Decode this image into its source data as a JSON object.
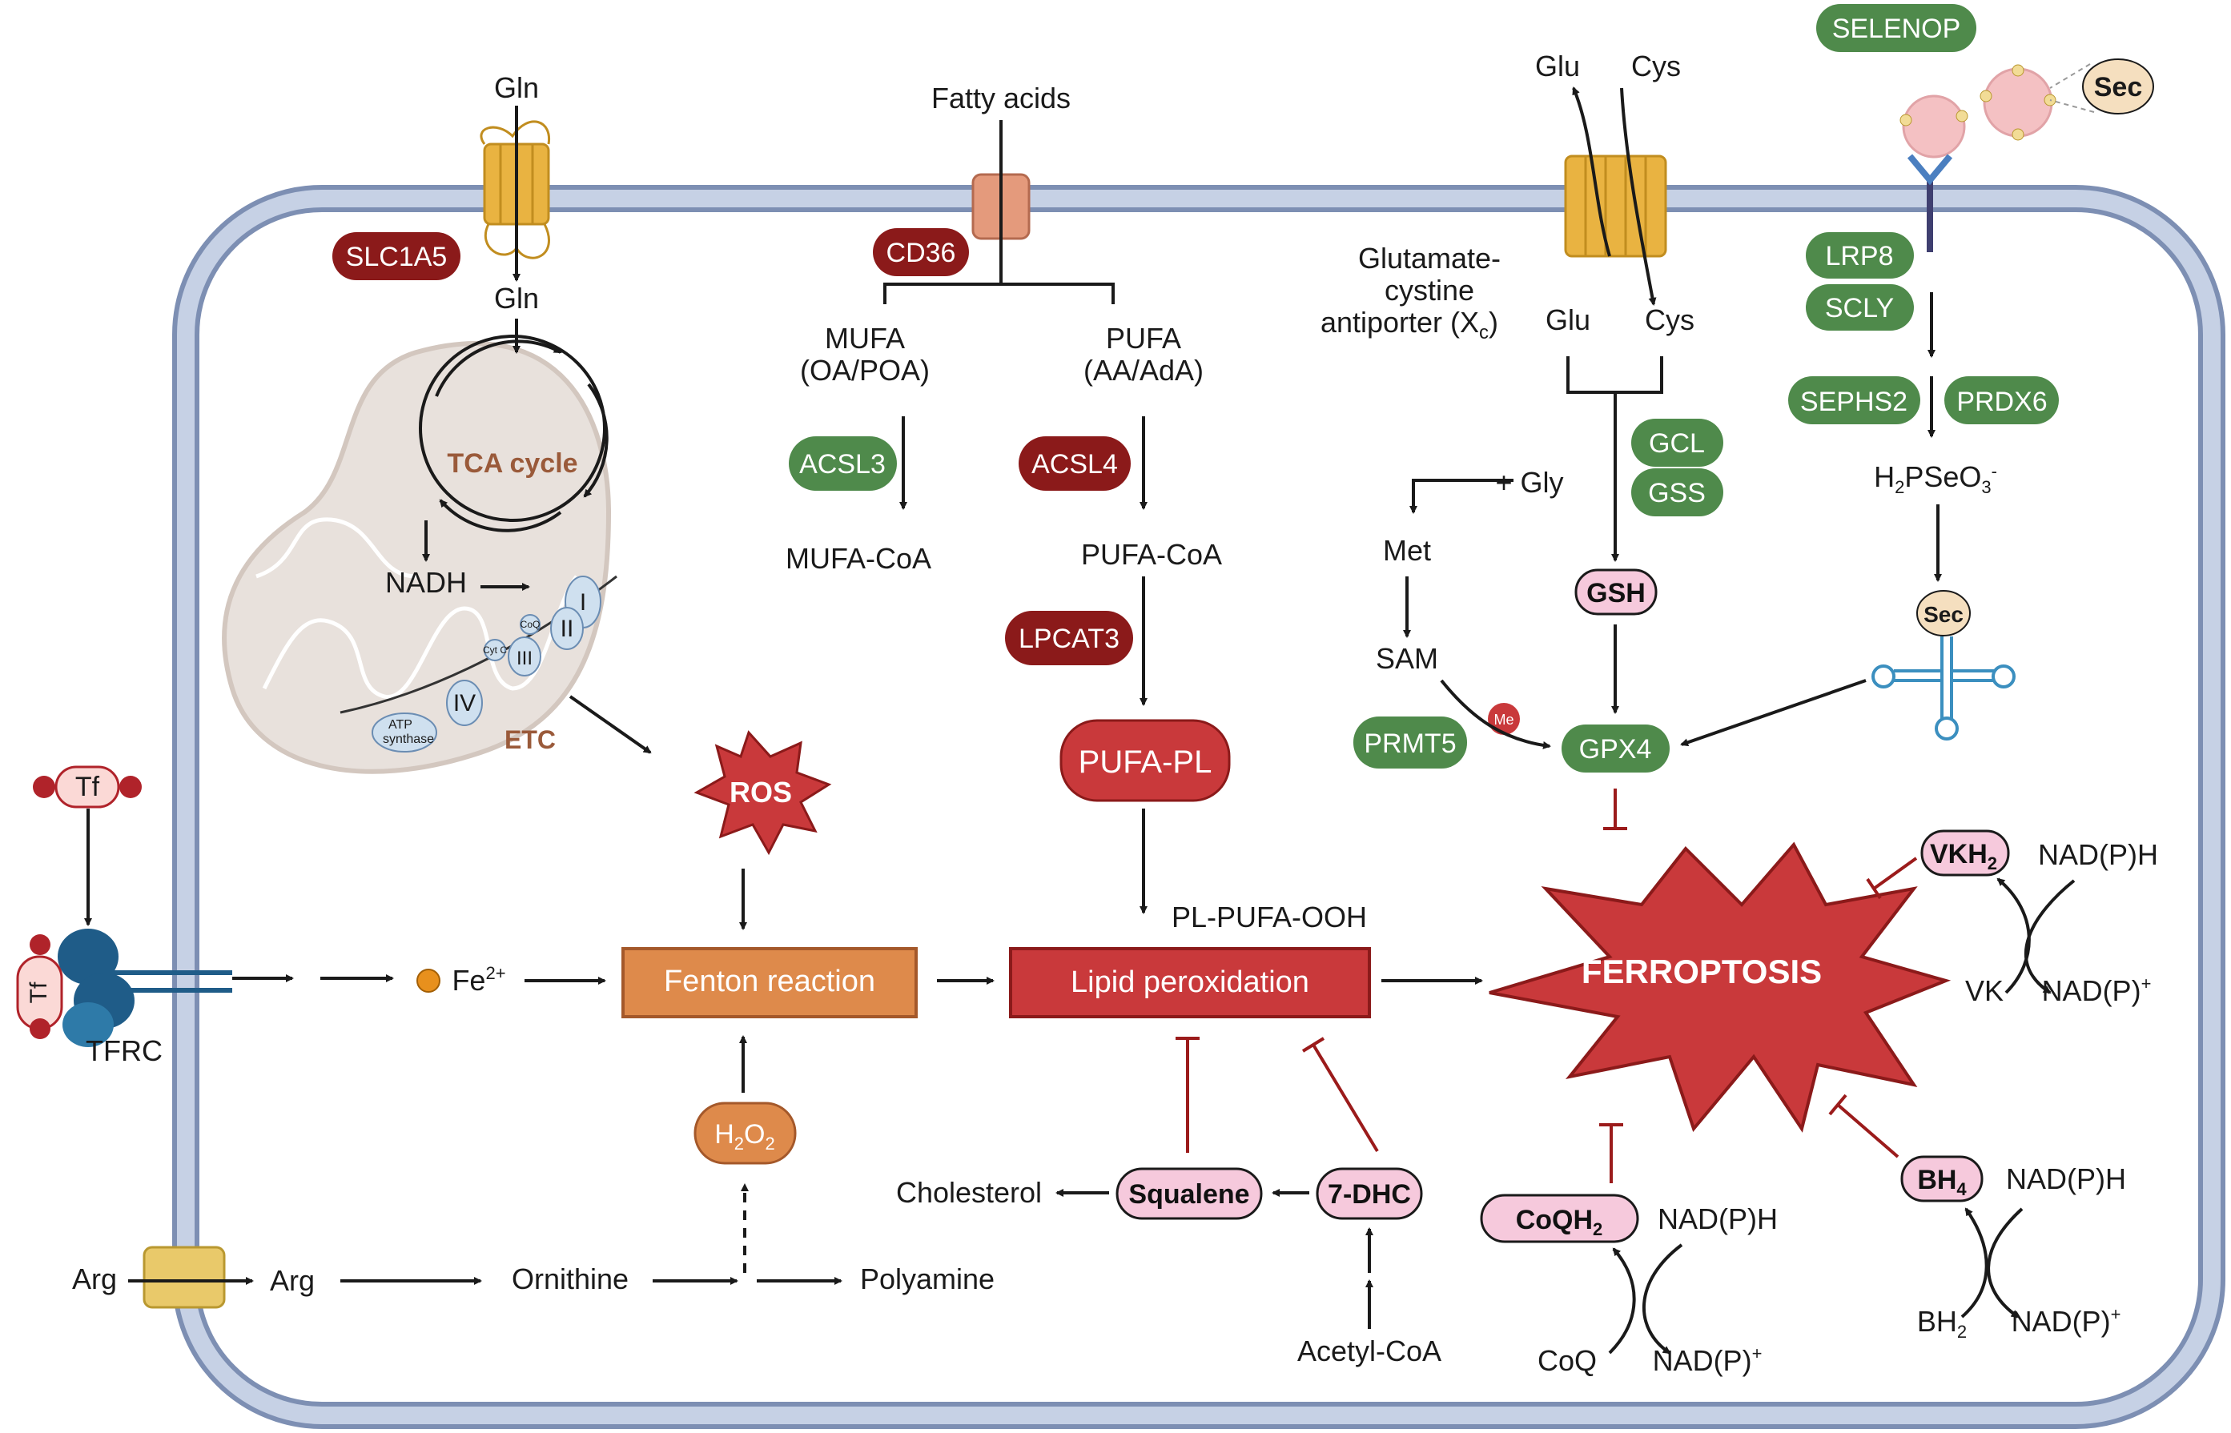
{
  "transporters": {
    "gln_top": "Gln",
    "gln_inside": "Gln",
    "slc1a5": "SLC1A5",
    "fatty_acids": "Fatty acids",
    "cd36": "CD36",
    "glu_out": "Glu",
    "cys_out": "Cys",
    "glu_in": "Glu",
    "cys_in": "Cys",
    "xc_label_1": "Glutamate-",
    "xc_label_2": "cystine",
    "xc_label_3": "antiporter (X",
    "xc_label_sub": "c",
    "xc_label_end": ")",
    "arg_out": "Arg",
    "arg_in": "Arg",
    "tf": "Tf",
    "tf_bound": "Tf",
    "tfrc": "TFRC"
  },
  "mito": {
    "tca": "TCA cycle",
    "nadh": "NADH",
    "etc": "ETC",
    "complex_i": "I",
    "complex_ii": "II",
    "complex_iii": "III",
    "complex_iv": "IV",
    "cytc": "Cyt C",
    "coq": "CoQ",
    "atp1": "ATP",
    "atp2": "synthase"
  },
  "lipid": {
    "mufa": "MUFA",
    "mufa_sub": "(OA/POA)",
    "pufa": "PUFA",
    "pufa_sub": "(AA/AdA)",
    "acsl3": "ACSL3",
    "acsl4": "ACSL4",
    "mufa_coa": "MUFA-CoA",
    "pufa_coa": "PUFA-CoA",
    "lpcat3": "LPCAT3",
    "pufa_pl": "PUFA-PL",
    "pl_pufa_ooh": "PL-PUFA-OOH",
    "lipid_perox": "Lipid peroxidation"
  },
  "iron": {
    "fe": "Fe",
    "fe_sup": "2+",
    "ros": "ROS",
    "fenton": "Fenton reaction",
    "h2o2_a": "H",
    "h2o2_s1": "2",
    "h2o2_b": "O",
    "h2o2_s2": "2"
  },
  "arg_path": {
    "ornithine": "Ornithine",
    "polyamine": "Polyamine"
  },
  "chol": {
    "cholesterol": "Cholesterol",
    "squalene": "Squalene",
    "dhc": "7-DHC",
    "acetyl_coa": "Acetyl-CoA"
  },
  "gsh": {
    "gly": "+ Gly",
    "met": "Met",
    "sam": "SAM",
    "prmt5": "PRMT5",
    "me": "Me",
    "gcl": "GCL",
    "gss": "GSS",
    "gsh": "GSH",
    "gpx4": "GPX4"
  },
  "selenium": {
    "selenop": "SELENOP",
    "sec_top": "Sec",
    "lrp8": "LRP8",
    "scly": "SCLY",
    "sephs2": "SEPHS2",
    "prdx6": "PRDX6",
    "h2pseo3_a": "H",
    "h2pseo3_s": "2",
    "h2pseo3_b": "PSeO",
    "h2pseo3_s2": "3",
    "h2pseo3_sup": "-",
    "sec_trna": "Sec"
  },
  "ferroptosis": {
    "title": "FERROPTOSIS"
  },
  "vk": {
    "vkh2_a": "VKH",
    "vkh2_s": "2",
    "nadph": "NAD(P)H",
    "vk": "VK",
    "nadp_a": "NAD(P)",
    "nadp_sup": "+"
  },
  "coq": {
    "coqh2_a": "CoQH",
    "coqh2_s": "2",
    "nadph": "NAD(P)H",
    "coq": "CoQ",
    "nadp_a": "NAD(P)",
    "nadp_sup": "+"
  },
  "bh": {
    "bh4_a": "BH",
    "bh4_s": "4",
    "nadph": "NAD(P)H",
    "bh2_a": "BH",
    "bh2_s": "2",
    "nadp_a": "NAD(P)",
    "nadp_sup": "+"
  },
  "colors": {
    "membrane_fill": "#b9c6de",
    "membrane_stroke": "#7d8fb3",
    "dark_red": "#8b1a1a",
    "green": "#4f8a4b",
    "orange": "#de8a4b",
    "red_box": "#c9393b",
    "pink": "#f6c9dc",
    "mito": "#e8e1dc",
    "gold": "#e9b341"
  }
}
